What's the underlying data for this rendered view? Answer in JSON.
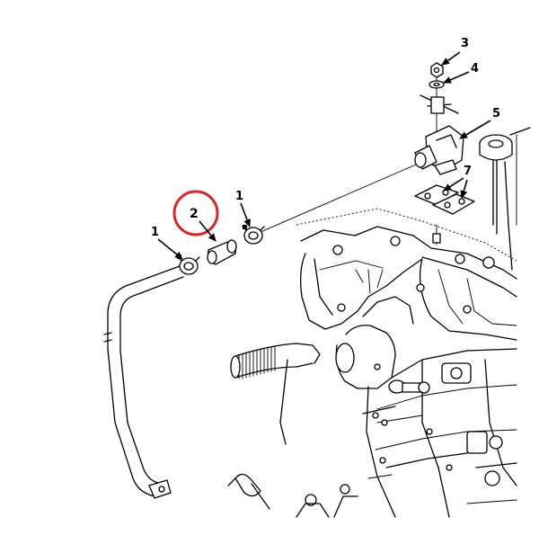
{
  "diagram": {
    "callouts": [
      {
        "id": "c1a",
        "label": "1"
      },
      {
        "id": "c1b",
        "label": "1"
      },
      {
        "id": "c2",
        "label": "2",
        "highlight_color": "#d62828"
      },
      {
        "id": "c3",
        "label": "3"
      },
      {
        "id": "c4",
        "label": "4"
      },
      {
        "id": "c5",
        "label": "5"
      },
      {
        "id": "c7",
        "label": "7"
      }
    ]
  }
}
